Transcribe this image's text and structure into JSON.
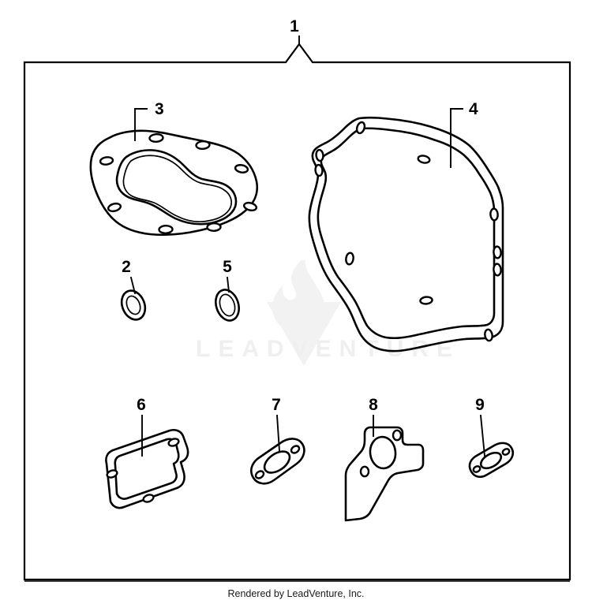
{
  "document": {
    "kind": "parts-diagram",
    "footer_credit": "Rendered by LeadVenture, Inc.",
    "watermark_text": "LEADVENTURE",
    "watermark_logo": "flame-v-logo",
    "background_color": "#ffffff",
    "line_color": "#000000",
    "watermark_color": "#efefef"
  },
  "frame": {
    "label": "1",
    "notch": "v-notch-top-center"
  },
  "callouts": [
    {
      "id": "1",
      "label": "1",
      "part": "gasket-set-assembly"
    },
    {
      "id": "2",
      "label": "2",
      "part": "o-ring-seal"
    },
    {
      "id": "3",
      "label": "3",
      "part": "cylinder-head-gasket"
    },
    {
      "id": "4",
      "label": "4",
      "part": "crankcase-cover-gasket"
    },
    {
      "id": "5",
      "label": "5",
      "part": "o-ring"
    },
    {
      "id": "6",
      "label": "6",
      "part": "valve-cover-gasket"
    },
    {
      "id": "7",
      "label": "7",
      "part": "carburetor-gasket"
    },
    {
      "id": "8",
      "label": "8",
      "part": "carburetor-insulator-gasket"
    },
    {
      "id": "9",
      "label": "9",
      "part": "muffler-gasket"
    }
  ]
}
